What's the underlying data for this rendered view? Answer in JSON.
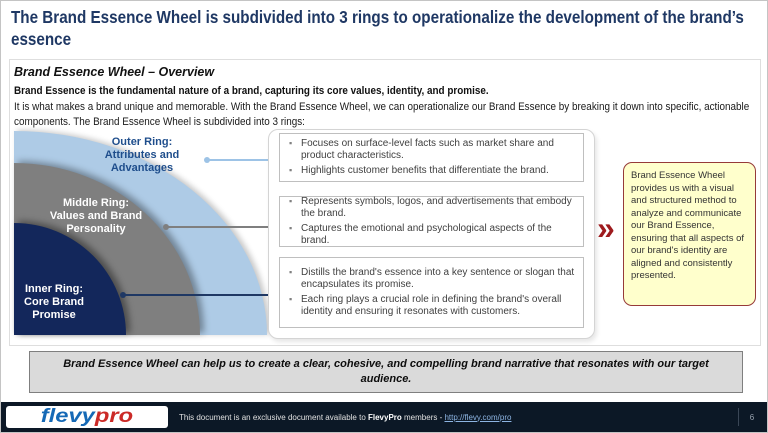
{
  "header": {
    "title": "The Brand Essence Wheel is subdivided into 3 rings to operationalize the development of the brand’s essence"
  },
  "overview": {
    "heading": "Brand Essence Wheel – Overview",
    "lead": "Brand Essence is the fundamental nature of a brand, capturing its core values, identity, and promise.",
    "body": "It is what makes a brand unique and memorable. With the Brand Essence Wheel, we can operationalize our Brand Essence by breaking it down into specific, actionable components. The Brand Essence Wheel is subdivided into 3 rings:"
  },
  "wheel": {
    "rings": [
      {
        "name": "outer-ring",
        "label": "Outer Ring:\nAttributes and\nAdvantages",
        "fill": "#aecbe6",
        "text_color": "#1f4e8c"
      },
      {
        "name": "middle-ring",
        "label": "Middle Ring:\nValues and Brand\nPersonality",
        "fill": "#7f7f7f",
        "text_color": "#ffffff"
      },
      {
        "name": "inner-ring",
        "label": "Inner Ring:\nCore Brand\nPromise",
        "fill": "#13275b",
        "text_color": "#ffffff"
      }
    ],
    "leader_line_colors": [
      "#9dc3e6",
      "#7f7f7f",
      "#1f3864"
    ]
  },
  "panel": {
    "boxes": [
      {
        "bullets": [
          "Focuses on surface-level facts such as market share and product characteristics.",
          "Highlights customer benefits that differentiate the brand."
        ]
      },
      {
        "bullets": [
          "Represents symbols, logos, and advertisements that embody the brand.",
          "Captures the emotional and psychological aspects of the brand."
        ]
      },
      {
        "bullets": [
          "Distills the brand's essence into a key sentence or slogan that encapsulates its promise.",
          "Each ring plays a crucial role in defining the brand's overall identity and ensuring it resonates with customers."
        ]
      }
    ]
  },
  "callout": {
    "chevron": "»",
    "chevron_color": "#9e1b1e",
    "text": "Brand Essence Wheel provides us with a visual and structured method to analyze and communicate our Brand Essence, ensuring that all aspects of our brand's identity are aligned and consistently presented.",
    "background": "#ffffcc",
    "border_color": "#963a39"
  },
  "banner": {
    "text": "Brand Essence Wheel can help us to create a clear, cohesive, and compelling brand narrative that resonates with our target audience."
  },
  "footer": {
    "logo_flevy": "flevy",
    "logo_pro": "pro",
    "text_prefix": "This document is an exclusive document available to ",
    "brand": "FlevyPro",
    "text_middle": " members - ",
    "link": "http://flevy.com/pro",
    "page_number": "6",
    "bar_color": "#0c1826"
  },
  "colors": {
    "title_blue": "#1f3864",
    "banner_gray": "#dadada"
  }
}
